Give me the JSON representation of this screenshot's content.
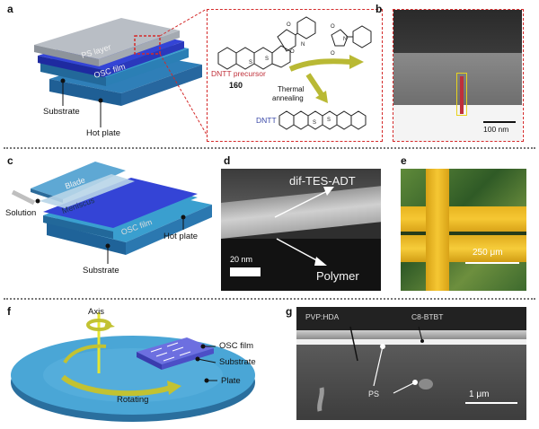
{
  "panels": {
    "a": {
      "letter": "a",
      "labels": {
        "ps_layer": "PS layer",
        "osc_film": "OSC film",
        "substrate": "Substrate",
        "hot_plate": "Hot plate"
      },
      "inset": {
        "precursor": "DNTT precursor",
        "compound_number": "160",
        "process_line1": "Thermal",
        "process_line2": "annealing",
        "product": "DNTT"
      }
    },
    "b": {
      "letter": "b",
      "scale_bar": "100 nm"
    },
    "c": {
      "letter": "c",
      "labels": {
        "blade": "Blade",
        "meniscus": "Meniscus",
        "solution": "Solution",
        "osc_film": "OSC film",
        "hot_plate": "Hot plate",
        "substrate": "Substrate"
      }
    },
    "d": {
      "letter": "d",
      "top_label": "dif-TES-ADT",
      "bottom_label": "Polymer",
      "scale_bar": "20 nm"
    },
    "e": {
      "letter": "e",
      "scale_bar": "250 μm"
    },
    "f": {
      "letter": "f",
      "labels": {
        "axis": "Axis",
        "osc_film": "OSC film",
        "substrate": "Substrate",
        "plate": "Plate",
        "rotating": "Rotating"
      }
    },
    "g": {
      "letter": "g",
      "layer1": "PVP:HDA",
      "layer2": "C8-BTBT",
      "ps": "PS",
      "scale_bar": "1 μm"
    }
  },
  "colors": {
    "ps_layer": "#b9bec5",
    "osc_film": "#2e3fd0",
    "substrate_blue": "#3a9fcf",
    "hotplate_blue": "#2f7fb8",
    "inset_border": "#d42a2a",
    "arrow_olive": "#b9b934",
    "precursor_red": "#c0303a",
    "product_blue": "#3a49a8"
  }
}
